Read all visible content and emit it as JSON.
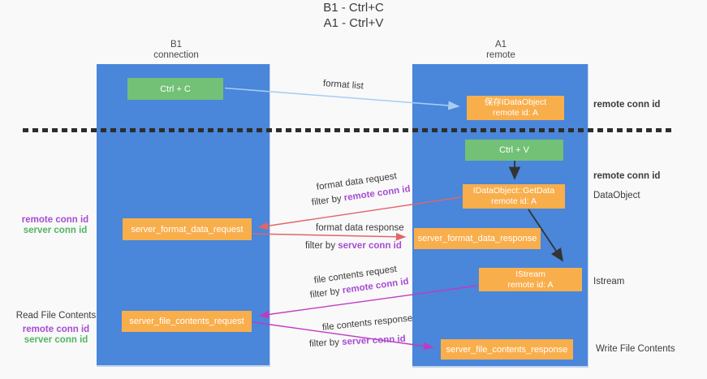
{
  "title": {
    "line1": "B1 - Ctrl+C",
    "line2": "A1 - Ctrl+V"
  },
  "columns": {
    "left": {
      "line1": "B1",
      "line2": "connection"
    },
    "right": {
      "line1": "A1",
      "line2": "remote"
    }
  },
  "boxes": {
    "ctrl_c": "Ctrl + C",
    "ctrl_v": "Ctrl + V",
    "save_dataobject": {
      "line1": "保存IDataObject",
      "line2": "remote id: A"
    },
    "getdata": {
      "line1": "IDataObject::GetData",
      "line2": "remote id: A"
    },
    "istream": {
      "line1": "IStream",
      "line2": "remote id: A"
    },
    "format_request": "server_format_data_request",
    "format_response": "server_format_data_response",
    "file_request": "server_file_contents_request",
    "file_response": "server_file_contents_response"
  },
  "flow_labels": {
    "format_list": "format list",
    "format_data_request": "format data request",
    "format_data_response": "format data response",
    "file_contents_request": "file contents request",
    "file_contents_response": "file contents response",
    "filter_by": "filter by ",
    "remote_conn_id": "remote conn id",
    "server_conn_id": "server conn id"
  },
  "side_labels": {
    "left_mid": {
      "remote": "remote conn id",
      "server": "server conn id"
    },
    "left_bottom": {
      "title": "Read File Contents",
      "remote": "remote conn id",
      "server": "server conn id"
    },
    "right": {
      "remote1": "remote conn id",
      "remote2": "remote conn id",
      "dataobject": "DataObject",
      "istream": "Istream",
      "write": "Write File Contents"
    }
  },
  "colors": {
    "lane_blue": "#4a86d9",
    "box_green": "#72c176",
    "box_orange": "#f9ae4c",
    "arrow_light_blue": "#a8cdf0",
    "arrow_red": "#e06666",
    "arrow_magenta": "#c23ac2",
    "arrow_black": "#333333",
    "text_purple": "#a64dd1",
    "text_green": "#54b45f",
    "background": "#f9f9fa"
  }
}
